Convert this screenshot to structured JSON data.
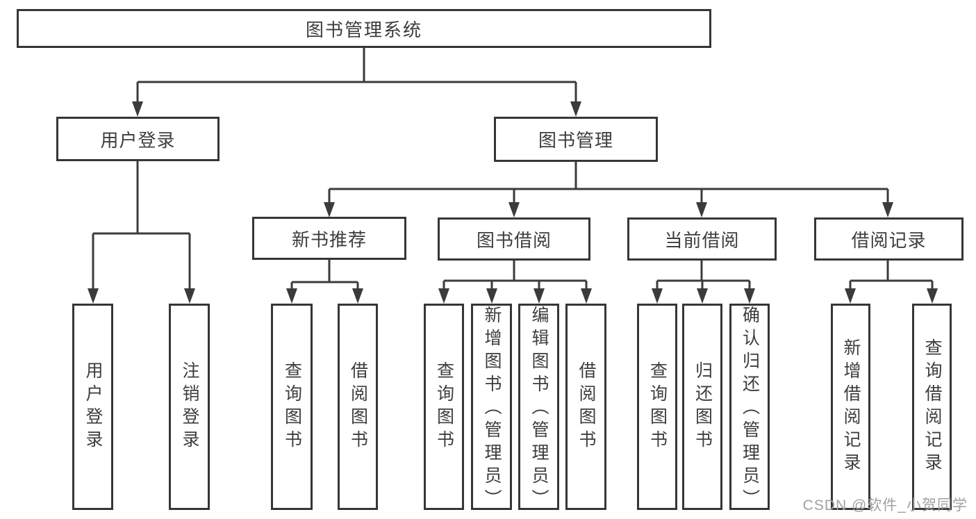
{
  "diagram_title": "图书管理系统",
  "colors": {
    "line": "#3b3b3b",
    "box_border": "#363636",
    "text": "#3d3d3d",
    "box_background": "#ffffff",
    "watermark": "#a0a0a0"
  },
  "watermark": {
    "text": "CSDN @软件_小贺同学"
  },
  "tree": {
    "label": "图书管理系统",
    "children": [
      {
        "label": "用户登录",
        "children": [
          {
            "label": "用户登录"
          },
          {
            "label": "注销登录"
          }
        ]
      },
      {
        "label": "图书管理",
        "children": [
          {
            "label": "新书推荐",
            "children": [
              {
                "label": "查询图书"
              },
              {
                "label": "借阅图书"
              }
            ]
          },
          {
            "label": "图书借阅",
            "children": [
              {
                "label": "查询图书"
              },
              {
                "label": "新增图书（管理员）"
              },
              {
                "label": "编辑图书（管理员）"
              },
              {
                "label": "借阅图书"
              }
            ]
          },
          {
            "label": "当前借阅",
            "children": [
              {
                "label": "查询图书"
              },
              {
                "label": "归还图书"
              },
              {
                "label": "确认归还（管理员）"
              }
            ]
          },
          {
            "label": "借阅记录",
            "children": [
              {
                "label": "新增借阅记录"
              },
              {
                "label": "查询借阅记录"
              }
            ]
          }
        ]
      }
    ]
  }
}
